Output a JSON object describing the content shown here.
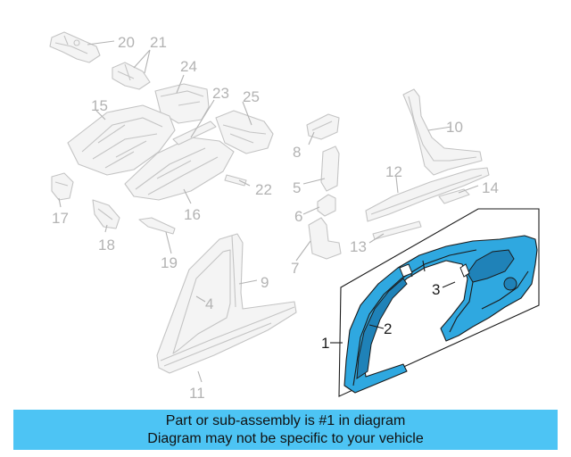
{
  "callouts": {
    "c1": "1",
    "c2": "2",
    "c3": "3",
    "c4": "4",
    "c5": "5",
    "c6": "6",
    "c7": "7",
    "c8": "8",
    "c9": "9",
    "c10": "10",
    "c11": "11",
    "c12": "12",
    "c13": "13",
    "c14": "14",
    "c15": "15",
    "c16": "16",
    "c17": "17",
    "c18": "18",
    "c19": "19",
    "c20": "20",
    "c21": "21",
    "c22": "22",
    "c23": "23",
    "c24": "24",
    "c25": "25"
  },
  "highlight_color": "#2fa8e0",
  "banner": {
    "line1": "Part or sub-assembly is #1 in diagram",
    "line2": "Diagram may not be specific to your vehicle",
    "background": "#4dc4f4"
  }
}
